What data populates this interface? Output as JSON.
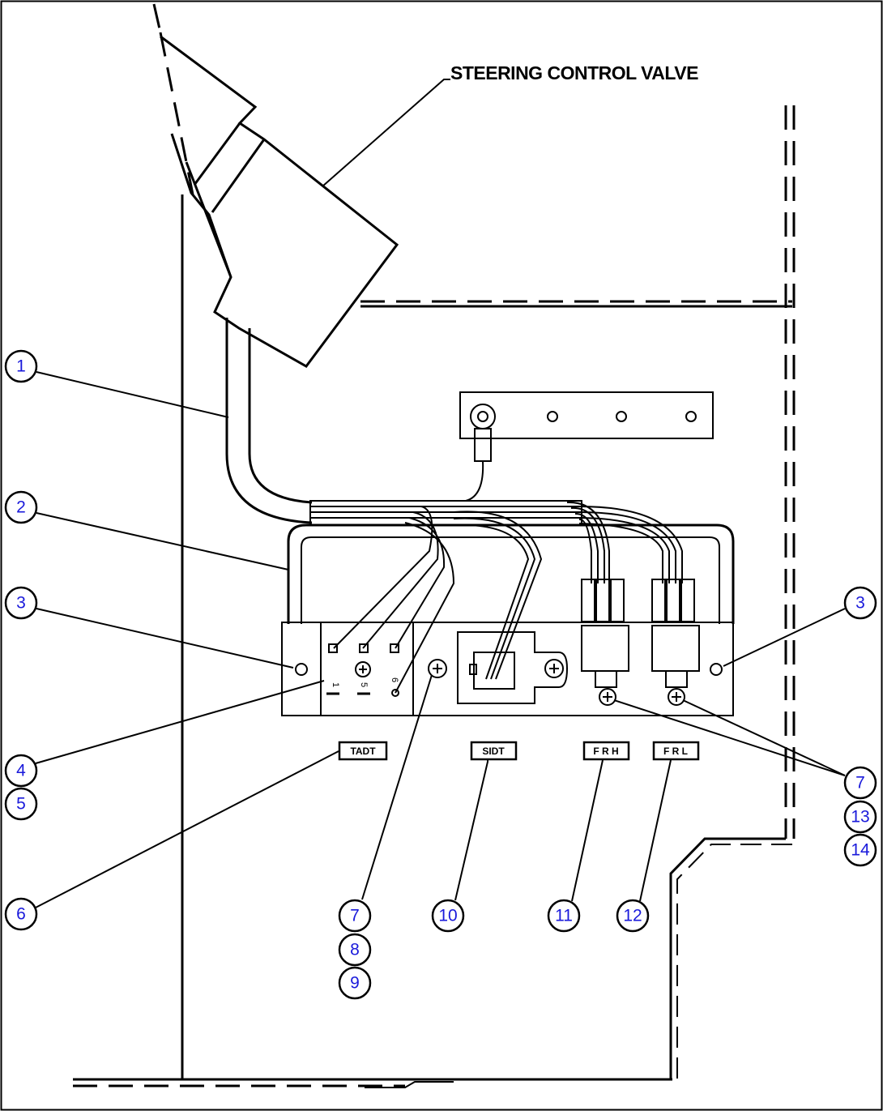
{
  "title_label": "STEERING CONTROL VALVE",
  "tags": [
    {
      "id": "tag-tadt",
      "text": "TADT"
    },
    {
      "id": "tag-sidt",
      "text": "SIDT"
    },
    {
      "id": "tag-frh",
      "text": "F R H"
    },
    {
      "id": "tag-frl",
      "text": "F R L"
    }
  ],
  "terminal_marks": [
    "1",
    "5",
    "6"
  ],
  "callouts": [
    "1",
    "2",
    "3",
    "3",
    "4",
    "5",
    "6",
    "7",
    "8",
    "9",
    "10",
    "11",
    "12",
    "7",
    "13",
    "14"
  ]
}
